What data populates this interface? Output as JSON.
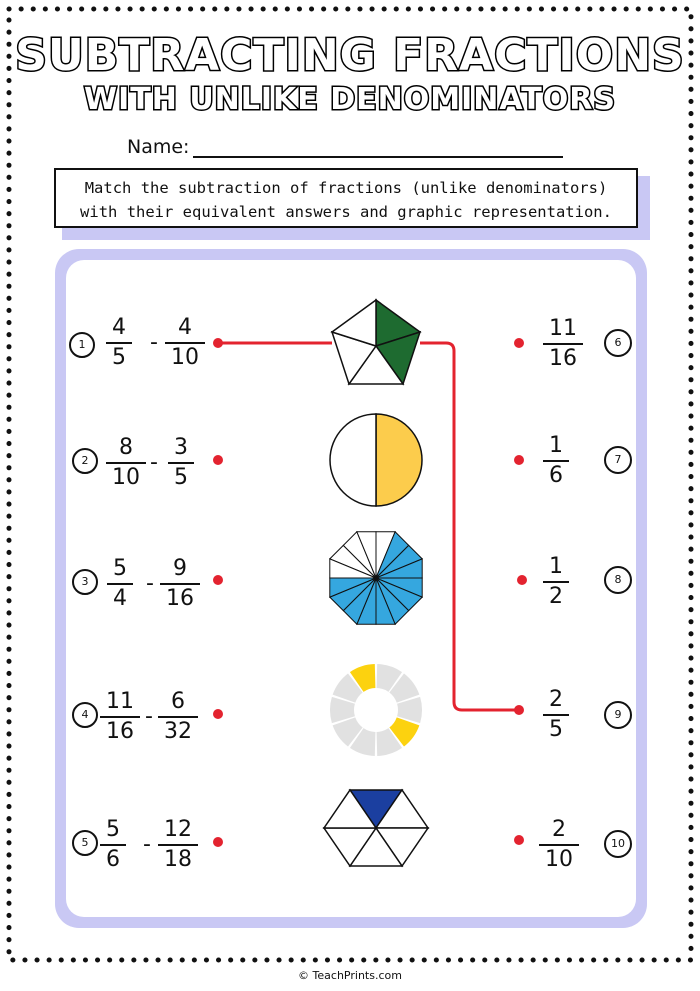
{
  "title_line1": "SUBTRACTING FRACTIONS",
  "title_line2": "WITH UNLIKE DENOMINATORS",
  "name_label": "Name:",
  "instructions": {
    "line1": "Match the subtraction of fractions (unlike denominators)",
    "line2": "with their equivalent answers and graphic representation."
  },
  "problems": [
    {
      "number": "1",
      "a": {
        "n": "4",
        "d": "5"
      },
      "b": {
        "n": "4",
        "d": "10"
      },
      "op": "-"
    },
    {
      "number": "2",
      "a": {
        "n": "8",
        "d": "10"
      },
      "b": {
        "n": "3",
        "d": "5"
      },
      "op": "-"
    },
    {
      "number": "3",
      "a": {
        "n": "5",
        "d": "4"
      },
      "b": {
        "n": "9",
        "d": "16"
      },
      "op": "-"
    },
    {
      "number": "4",
      "a": {
        "n": "11",
        "d": "16"
      },
      "b": {
        "n": "6",
        "d": "32"
      },
      "op": "-"
    },
    {
      "number": "5",
      "a": {
        "n": "5",
        "d": "6"
      },
      "b": {
        "n": "12",
        "d": "18"
      },
      "op": "-"
    }
  ],
  "answers": [
    {
      "number": "6",
      "n": "11",
      "d": "16"
    },
    {
      "number": "7",
      "n": "1",
      "d": "6"
    },
    {
      "number": "8",
      "n": "1",
      "d": "2"
    },
    {
      "number": "9",
      "n": "2",
      "d": "5"
    },
    {
      "number": "10",
      "n": "2",
      "d": "10"
    }
  ],
  "graphics": [
    {
      "shape": "pentagon",
      "parts": 5,
      "shaded": 2,
      "color": "#1e6b30"
    },
    {
      "shape": "circle",
      "parts": 2,
      "shaded": 1,
      "color": "#fccc4c"
    },
    {
      "shape": "octagon",
      "parts": 16,
      "shaded": 11,
      "color": "#35a7df"
    },
    {
      "shape": "ring",
      "parts": 10,
      "shaded": 2,
      "color": "#fcd20f"
    },
    {
      "shape": "hexagon",
      "parts": 6,
      "shaded": 1,
      "color": "#1b3fa0"
    }
  ],
  "example_match": {
    "problem": "1",
    "graphic": "pentagon",
    "answer": "9"
  },
  "colors": {
    "accent_line": "#e3232f",
    "panel": "#c9c8f4"
  },
  "footer": "© TeachPrints.com"
}
